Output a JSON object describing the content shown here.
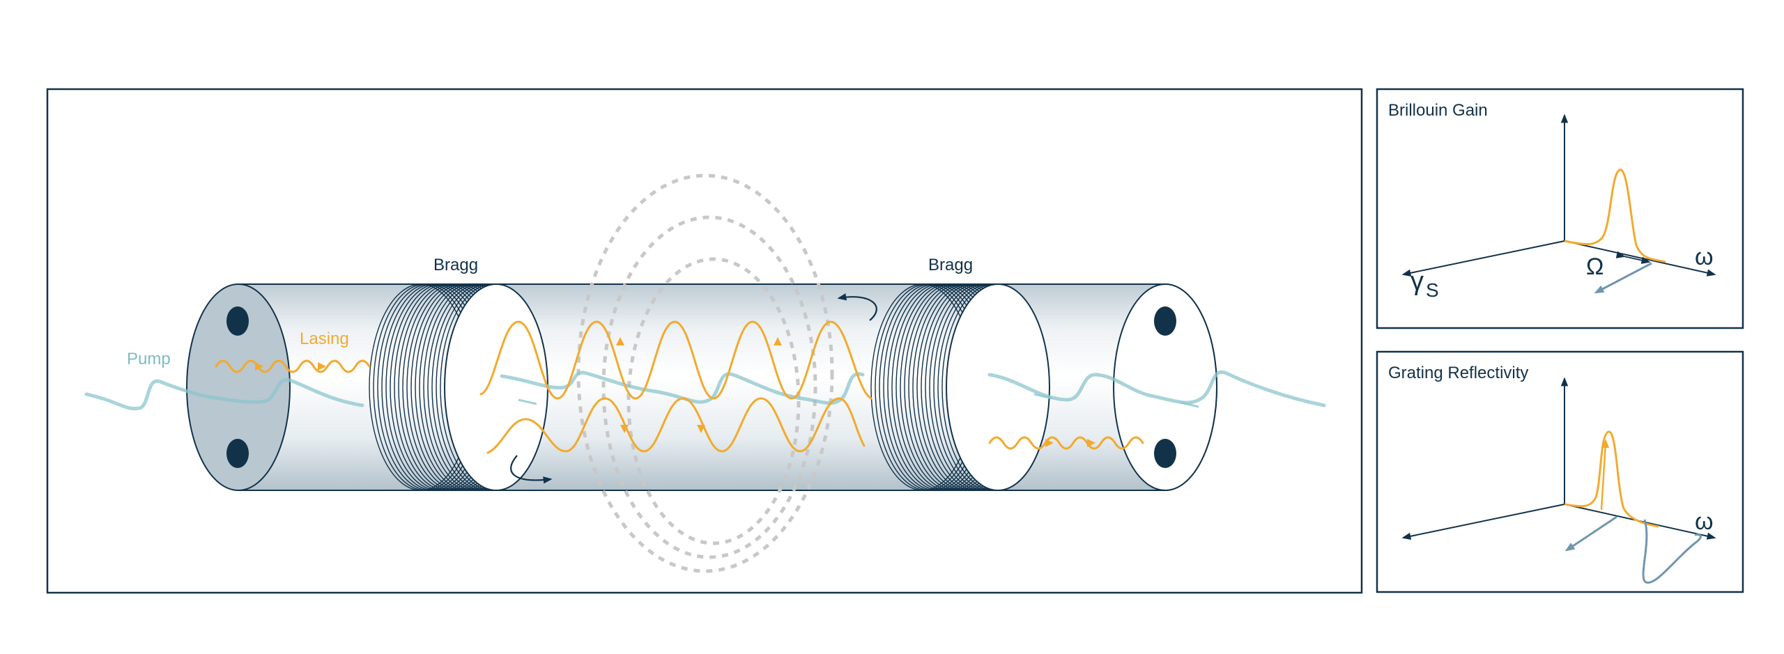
{
  "main": {
    "labels": {
      "pump": "Pump",
      "lasing": "Lasing",
      "bragg_left": "Bragg",
      "bragg_right": "Bragg"
    }
  },
  "gain_panel": {
    "title": "Brillouin Gain",
    "axis_omega": "ω",
    "axis_gamma": "γ",
    "axis_gamma_sub": "S",
    "shift_label": "Ω"
  },
  "reflect_panel": {
    "title": "Grating Reflectivity",
    "axis_omega": "ω"
  },
  "colors": {
    "navy": "#12324a",
    "orange": "#f2aa2e",
    "pump": "#7fbcc6",
    "steel": "#6f96ad",
    "fiber_shade": "#b9c7d0",
    "field_lines": "#c8c8c8"
  }
}
